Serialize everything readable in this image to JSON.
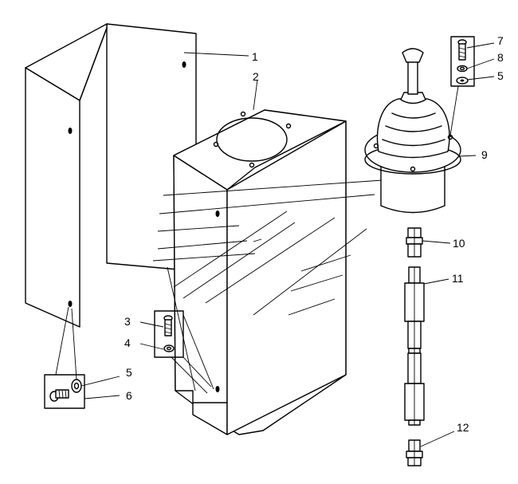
{
  "callouts": [
    {
      "id": "c1",
      "text": "1"
    },
    {
      "id": "c2",
      "text": "2"
    },
    {
      "id": "c3",
      "text": "3"
    },
    {
      "id": "c4",
      "text": "4"
    },
    {
      "id": "c5a",
      "text": "5"
    },
    {
      "id": "c5b",
      "text": "5"
    },
    {
      "id": "c6",
      "text": "6"
    },
    {
      "id": "c7",
      "text": "7"
    },
    {
      "id": "c8",
      "text": "8"
    },
    {
      "id": "c9",
      "text": "9"
    },
    {
      "id": "c10",
      "text": "10"
    },
    {
      "id": "c11",
      "text": "11"
    },
    {
      "id": "c12",
      "text": "12"
    }
  ]
}
